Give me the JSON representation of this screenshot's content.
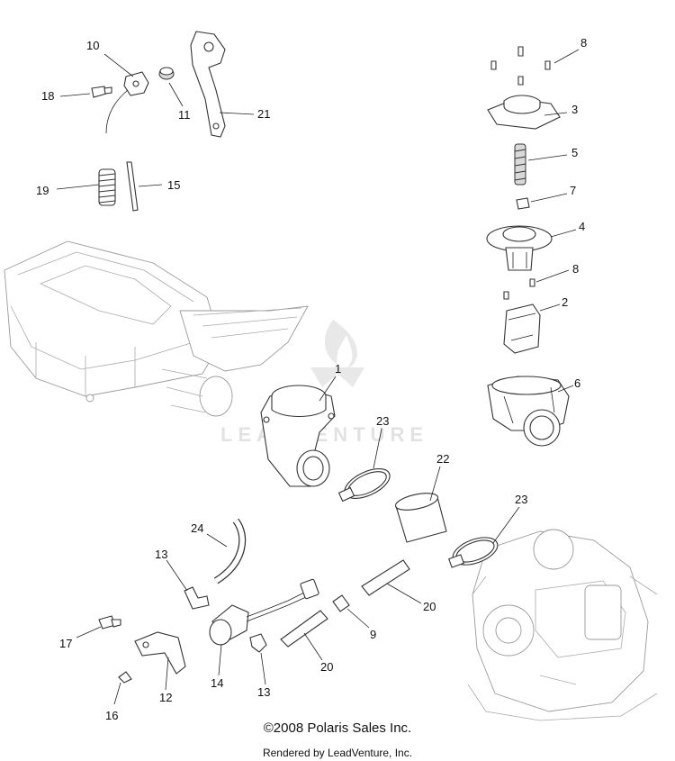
{
  "footer": {
    "copyright": "©2008 Polaris Sales Inc.",
    "rendered_by": "Rendered by LeadVenture, Inc."
  },
  "watermark": "LEADVENTURE",
  "callouts": {
    "c1": "1",
    "c2": "2",
    "c3": "3",
    "c4": "4",
    "c5": "5",
    "c6": "6",
    "c7": "7",
    "c8a": "8",
    "c8b": "8",
    "c9": "9",
    "c10": "10",
    "c11": "11",
    "c12": "12",
    "c13a": "13",
    "c13b": "13",
    "c14": "14",
    "c15": "15",
    "c16": "16",
    "c17": "17",
    "c18": "18",
    "c19": "19",
    "c20a": "20",
    "c20b": "20",
    "c21": "21",
    "c22": "22",
    "c23a": "23",
    "c23b": "23",
    "c24": "24"
  }
}
